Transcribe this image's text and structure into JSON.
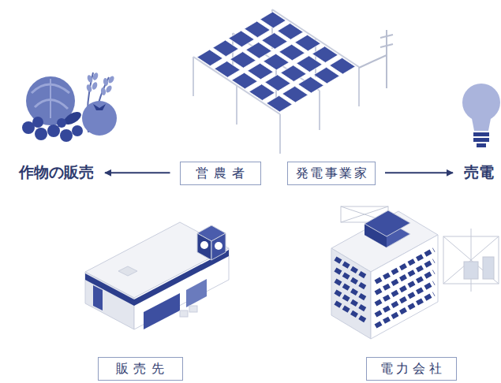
{
  "diagram": {
    "nodes": [
      {
        "text": [
          "作物の販売"
        ]
      },
      {
        "text": [
          "営農者"
        ]
      },
      {
        "text": [
          "発電事業家"
        ]
      },
      {
        "text": [
          "売電"
        ]
      },
      {
        "text": [
          "販売先"
        ]
      },
      {
        "text": [
          "電力会社"
        ]
      }
    ],
    "edges": [
      {
        "from": 1,
        "to": 0,
        "arrow": "to"
      },
      {
        "from": 2,
        "to": 3,
        "arrow": "to"
      }
    ]
  }
}
